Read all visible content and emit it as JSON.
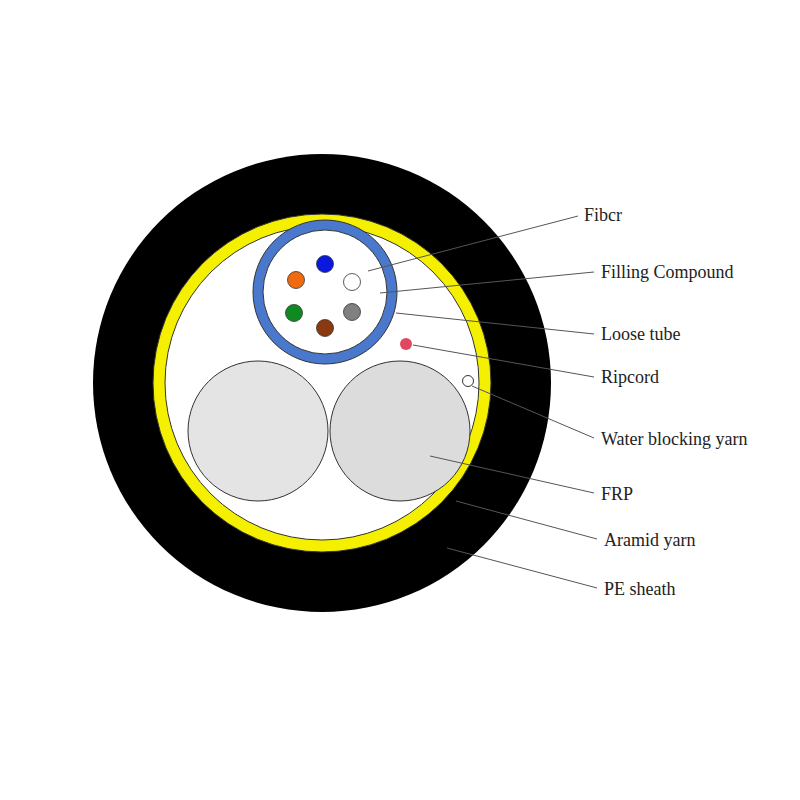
{
  "diagram": {
    "labels": [
      "Fibcr",
      "Filling Compound",
      "Loose tube",
      "Ripcord",
      "Water blocking yarn",
      "FRP",
      "Aramid yarn",
      "PE sheath"
    ]
  }
}
